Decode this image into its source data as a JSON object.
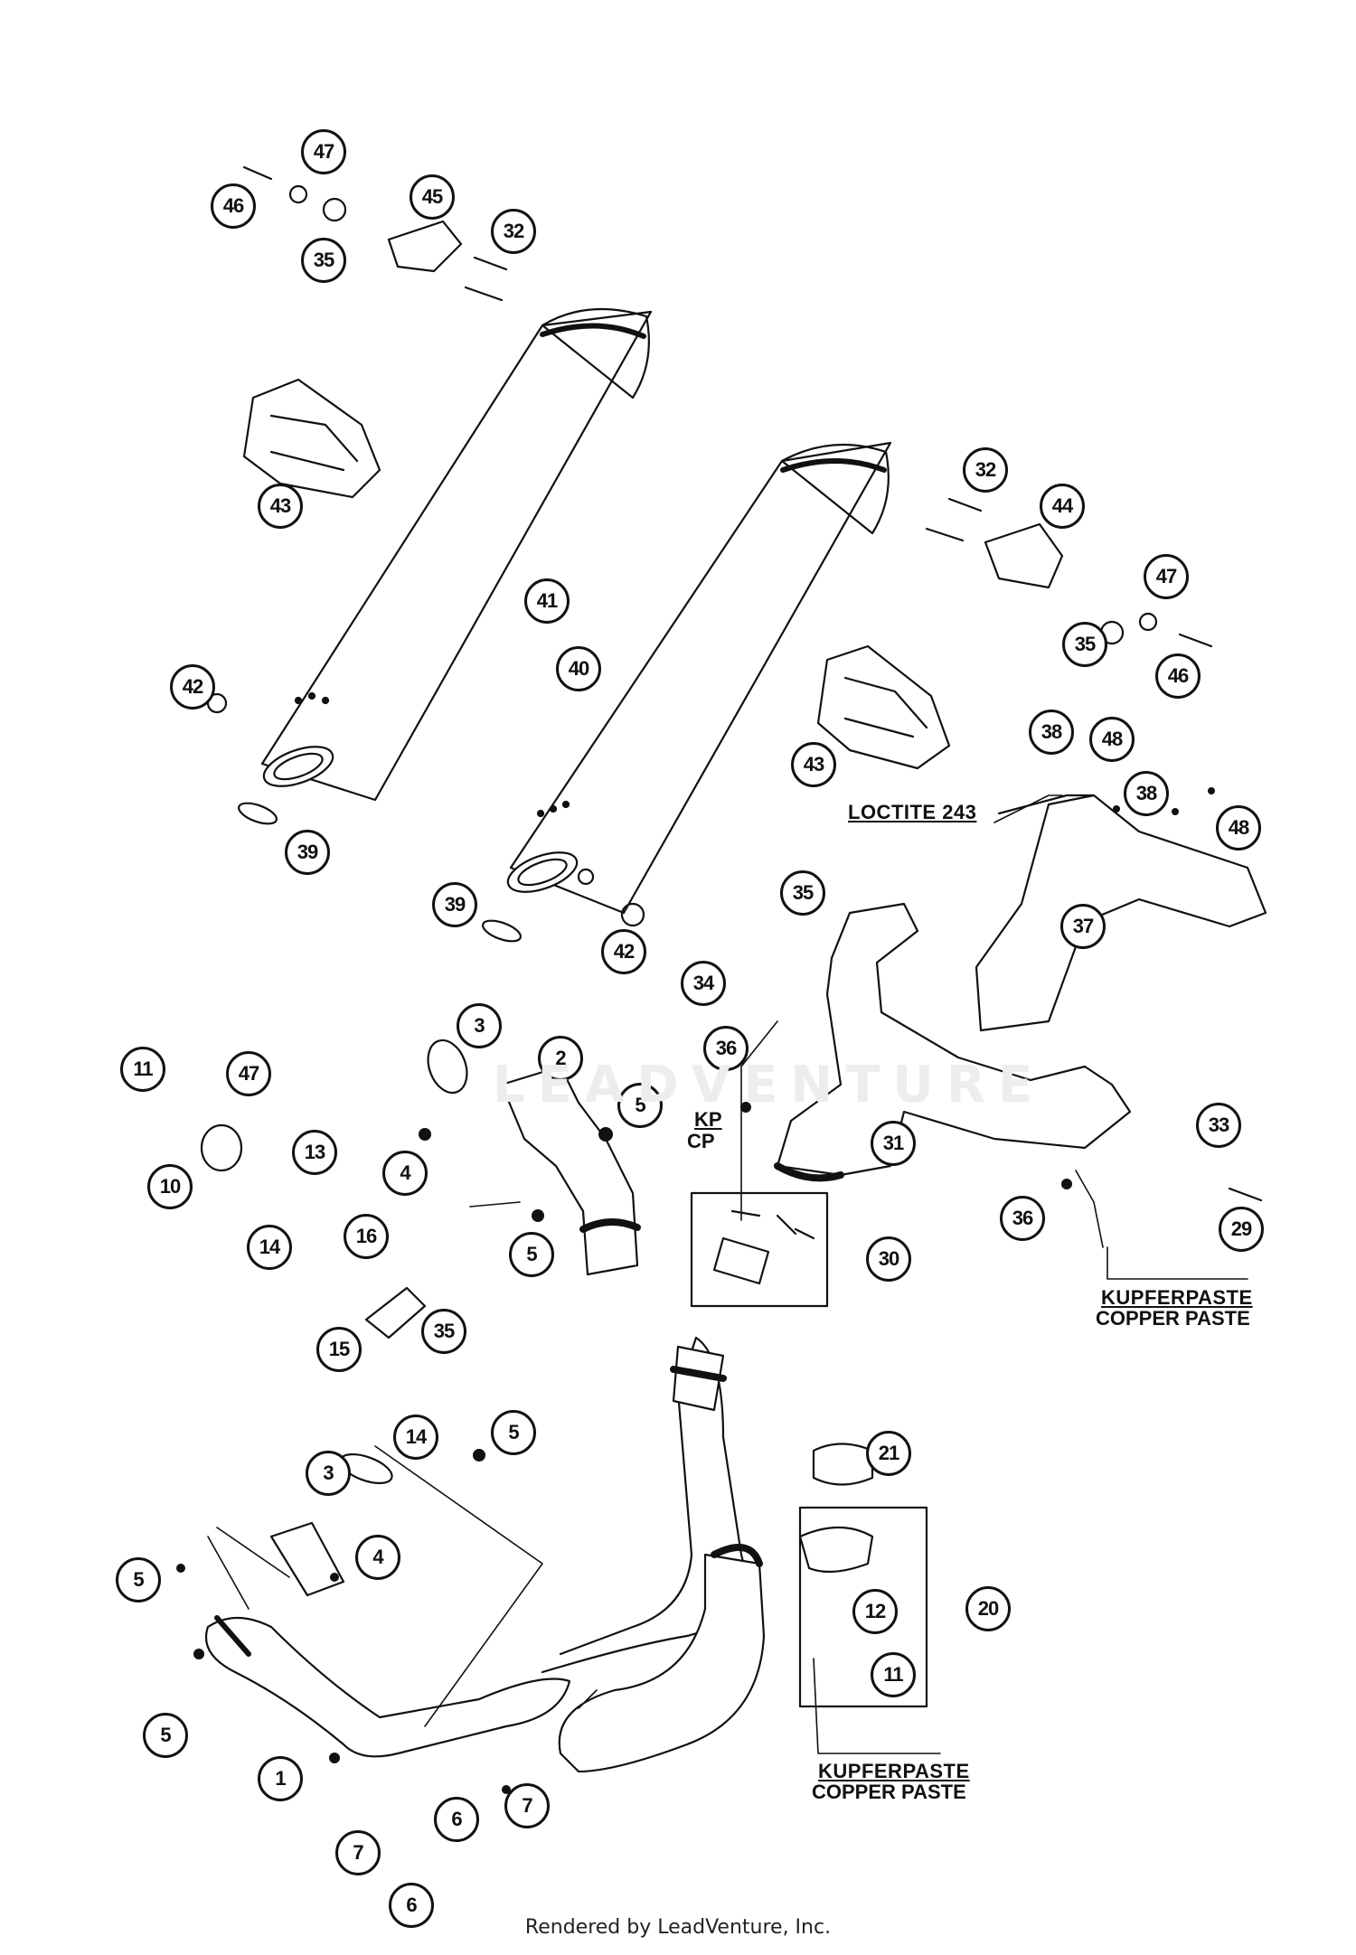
{
  "watermark": "LEADVENTURE",
  "footer": "Rendered by LeadVenture, Inc.",
  "notes": {
    "loctite": "LOCTITE 243",
    "kp": "KP",
    "cp": "CP",
    "kupferpaste": "KUPFERPASTE",
    "copper_paste": "COPPER PASTE"
  },
  "callouts": [
    "47",
    "46",
    "35",
    "45",
    "32",
    "43",
    "41",
    "40",
    "32",
    "44",
    "47",
    "35",
    "46",
    "42",
    "39",
    "43",
    "38",
    "48",
    "38",
    "48",
    "39",
    "42",
    "34",
    "35",
    "37",
    "3",
    "2",
    "5",
    "36",
    "11",
    "47",
    "4",
    "5",
    "31",
    "10",
    "13",
    "33",
    "14",
    "16",
    "36",
    "29",
    "30",
    "15",
    "35",
    "14",
    "5",
    "3",
    "4",
    "21",
    "5",
    "20",
    "12",
    "11",
    "5",
    "1",
    "6",
    "7",
    "7",
    "6"
  ],
  "colors": {
    "line": "#111111",
    "callout_fill": "#ffffff"
  }
}
